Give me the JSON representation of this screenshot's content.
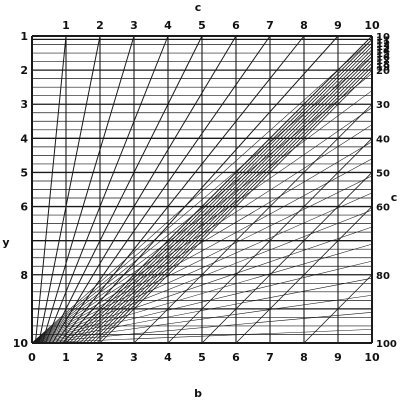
{
  "chart": {
    "top_axis_title": "c",
    "bottom_axis_title": "b",
    "left_axis_title": "y",
    "right_axis_title": "c",
    "top_ticks": [
      "1",
      "2",
      "3",
      "4",
      "5",
      "6",
      "7",
      "8",
      "9",
      "10"
    ],
    "bottom_ticks": [
      "0",
      "1",
      "2",
      "3",
      "4",
      "5",
      "6",
      "7",
      "8",
      "9",
      "10"
    ],
    "left_ticks": [
      "1",
      "2",
      "3",
      "4",
      "5",
      "6",
      "8",
      "10"
    ],
    "right_ticks": [
      "10",
      "11",
      "12",
      "13",
      "14",
      "15",
      "16",
      "17",
      "18",
      "19",
      "20",
      "30",
      "40",
      "50",
      "60",
      "80",
      "100"
    ]
  },
  "chart_data": {
    "type": "nomogram",
    "relation": "y = c / b",
    "b_range": [
      0,
      10
    ],
    "c_values": [
      1,
      2,
      3,
      4,
      5,
      6,
      7,
      8,
      9,
      10,
      11,
      12,
      13,
      14,
      15,
      16,
      17,
      18,
      19,
      20,
      30,
      40,
      50,
      60,
      80,
      100
    ],
    "y_values": [
      1,
      2,
      3,
      4,
      5,
      6,
      8,
      10
    ],
    "grid": true
  },
  "style": {
    "line_color": "#1a1a1a",
    "background": "#ffffff"
  }
}
